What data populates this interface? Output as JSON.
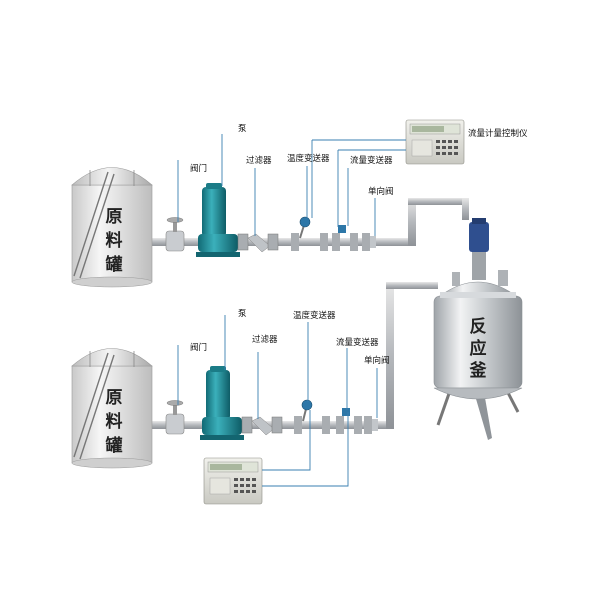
{
  "labels": {
    "pump": "泵",
    "valve": "阀门",
    "filter": "过滤器",
    "temp_transmitter": "温度变送器",
    "flow_transmitter": "流量变送器",
    "check_valve": "单向阀",
    "flow_controller": "流量计量控制仪"
  },
  "raw_tank": {
    "line1": "原",
    "line2": "料",
    "line3": "罐"
  },
  "reactor": {
    "line1": "反",
    "line2": "应",
    "line3": "釜"
  },
  "colors": {
    "pipe": "#b9bcc0",
    "pump": "#1f8f9a",
    "leader": "#3a7fb0",
    "tank": "#e9e9e9",
    "reactor": "#cfd3d6"
  }
}
